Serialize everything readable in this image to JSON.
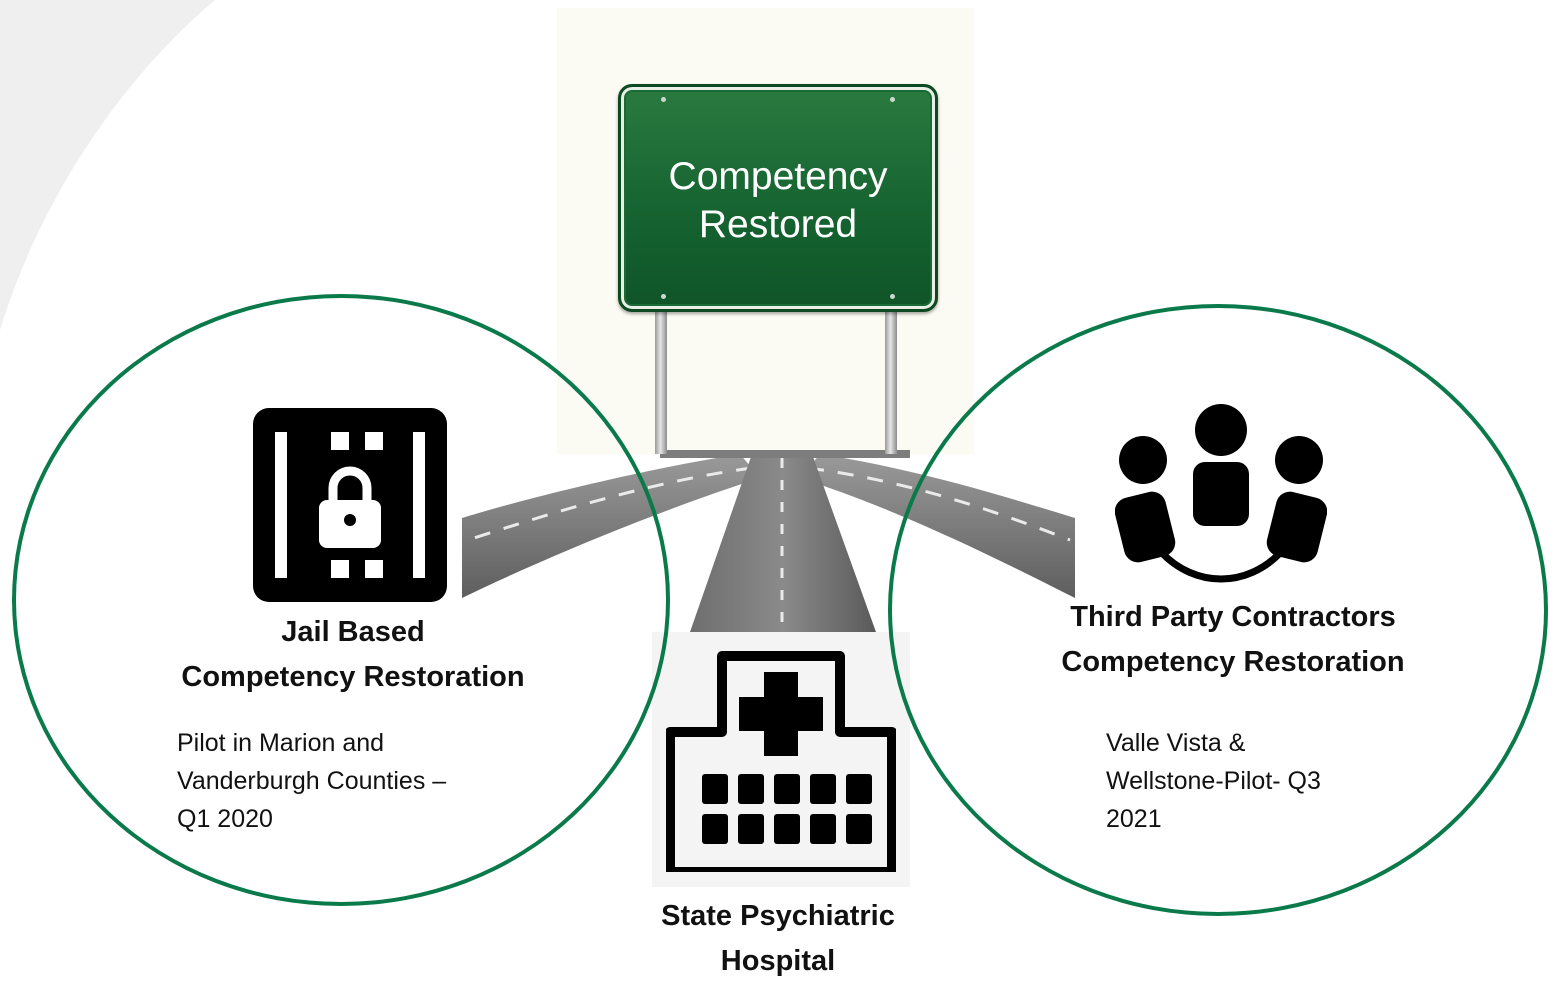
{
  "sign": {
    "line1": "Competency",
    "line2": "Restored"
  },
  "left_node": {
    "title_line1": "Jail Based",
    "title_line2": "Competency Restoration",
    "desc_line1": "Pilot in Marion and",
    "desc_line2": "Vanderburgh Counties –",
    "desc_line3": "Q1 2020",
    "icon": "jail-lock-icon"
  },
  "center_node": {
    "title_line1": "State Psychiatric",
    "title_line2": "Hospital",
    "icon": "hospital-icon"
  },
  "right_node": {
    "title_line1": "Third Party Contractors",
    "title_line2": "Competency Restoration",
    "desc_line1": "Valle Vista &",
    "desc_line2": "Wellstone-Pilot- Q3",
    "desc_line3": "2021",
    "icon": "group-people-icon"
  },
  "colors": {
    "circle_border": "#0a7a4a",
    "sign_green": "#166431",
    "text": "#111111"
  }
}
